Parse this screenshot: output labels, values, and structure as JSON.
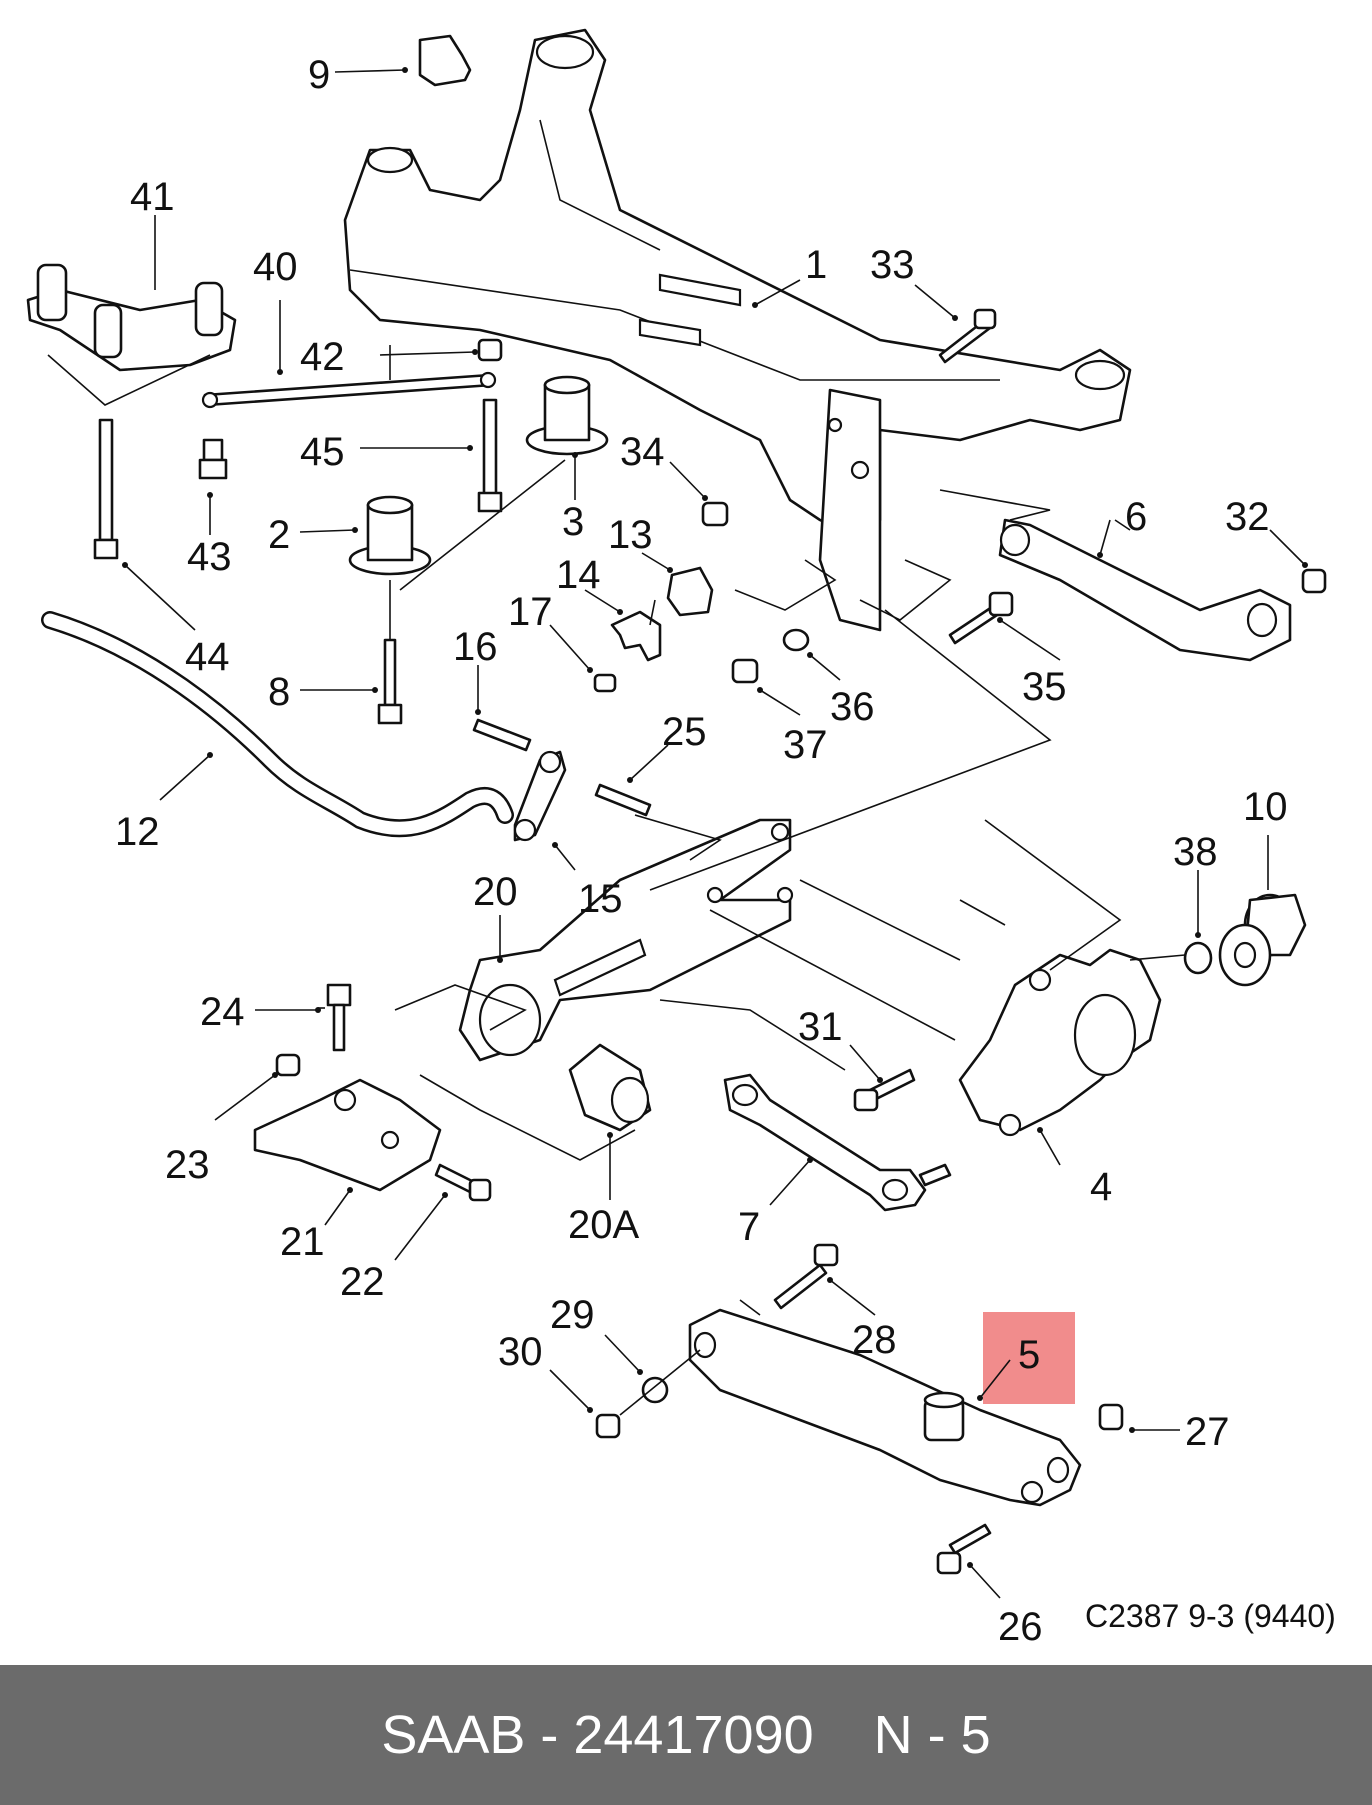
{
  "diagram": {
    "reference_code": "C2387 9-3 (9440)",
    "highlight_color": "#f08080",
    "highlighted_callout": "5",
    "callouts": [
      "1",
      "2",
      "3",
      "4",
      "5",
      "6",
      "7",
      "8",
      "9",
      "10",
      "12",
      "13",
      "14",
      "15",
      "16",
      "17",
      "20",
      "20A",
      "21",
      "22",
      "23",
      "24",
      "25",
      "26",
      "27",
      "28",
      "29",
      "30",
      "31",
      "32",
      "33",
      "34",
      "35",
      "36",
      "37",
      "38",
      "40",
      "41",
      "42",
      "43",
      "44",
      "45"
    ]
  },
  "footer": {
    "brand_part": "SAAB - 24417090",
    "position": "N - 5",
    "background": "#6b6b6b"
  }
}
